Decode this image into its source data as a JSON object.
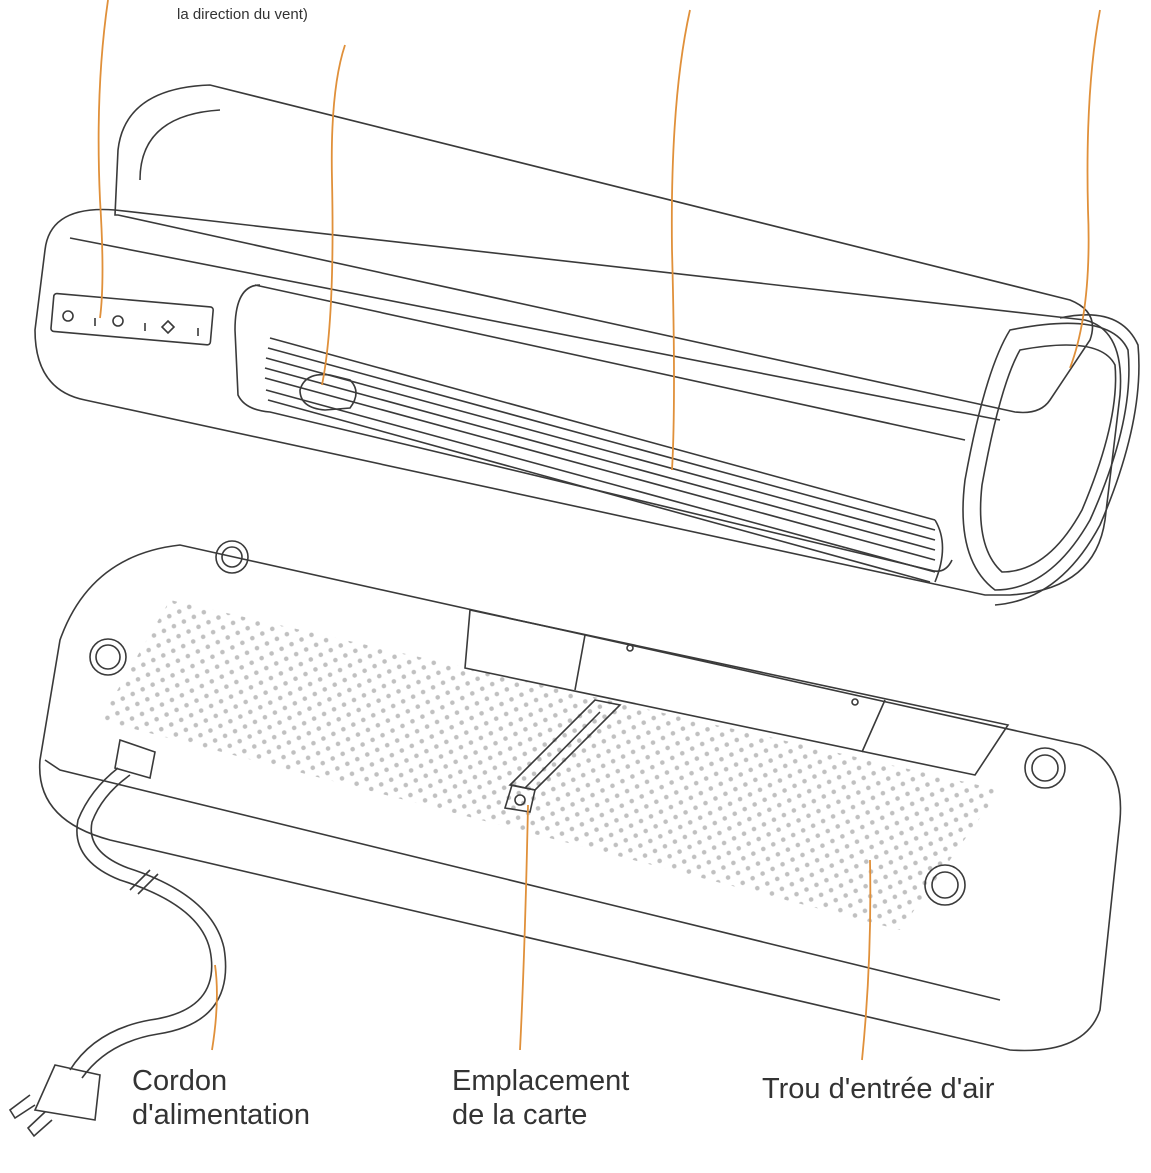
{
  "labels": {
    "top_note": "la direction du vent)",
    "cord_line1": "Cordon",
    "cord_line2": "d'alimentation",
    "slot_line1": "Emplacement",
    "slot_line2": "de la carte",
    "air_inlet": "Trou d'entrée d'air"
  },
  "colors": {
    "line": "#3a3a3a",
    "leader": "#e0903a",
    "text": "#333333",
    "dots": "#b9b9b9"
  }
}
